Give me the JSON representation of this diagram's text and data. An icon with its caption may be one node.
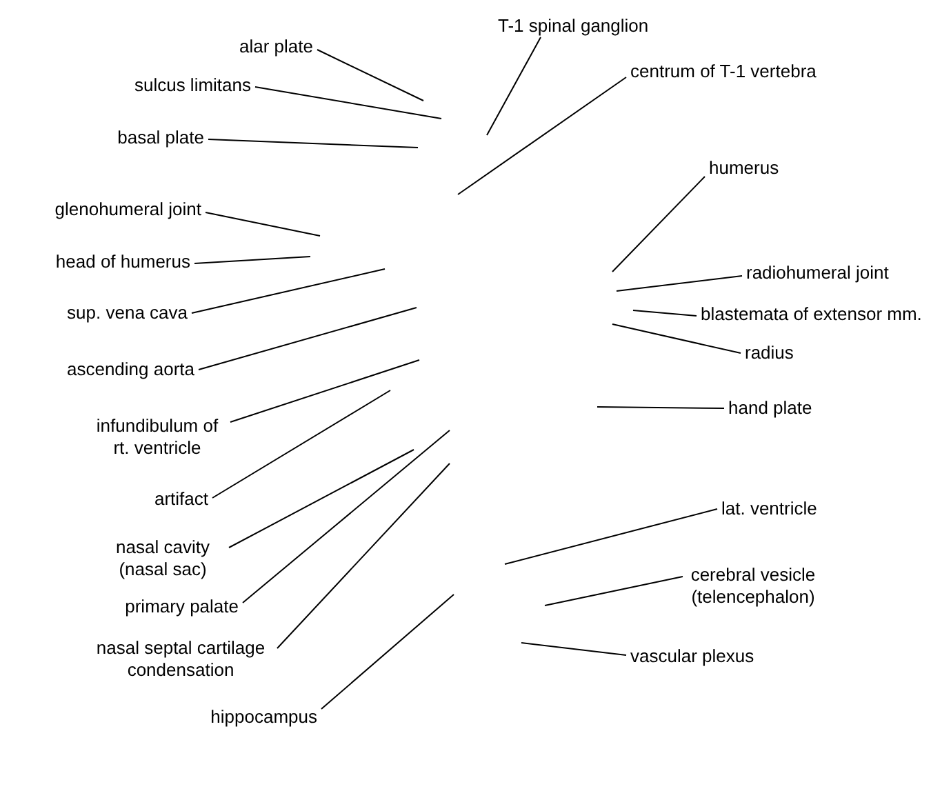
{
  "diagram": {
    "nodes": [
      {
        "text": [
          "alar plate"
        ]
      },
      {
        "text": [
          "sulcus limitans"
        ]
      },
      {
        "text": [
          "basal plate"
        ]
      },
      {
        "text": [
          "glenohumeral joint"
        ]
      },
      {
        "text": [
          "head of humerus"
        ]
      },
      {
        "text": [
          "sup. vena cava"
        ]
      },
      {
        "text": [
          "ascending aorta"
        ]
      },
      {
        "text": [
          "infundibulum of rt. ventricle"
        ]
      },
      {
        "text": [
          "artifact"
        ]
      },
      {
        "text": [
          "nasal cavity (nasal sac)"
        ]
      },
      {
        "text": [
          "primary palate"
        ]
      },
      {
        "text": [
          "nasal septal cartilage condensation"
        ]
      },
      {
        "text": [
          "hippocampus"
        ]
      },
      {
        "text": [
          "T-1 spinal ganglion"
        ]
      },
      {
        "text": [
          "centrum of T-1 vertebra"
        ]
      },
      {
        "text": [
          "humerus"
        ]
      },
      {
        "text": [
          "radiohumeral joint"
        ]
      },
      {
        "text": [
          "blastemata of extensor mm."
        ]
      },
      {
        "text": [
          "radius"
        ]
      },
      {
        "text": [
          "hand plate"
        ]
      },
      {
        "text": [
          "lat. ventricle"
        ]
      },
      {
        "text": [
          "cerebral vesicle (telencephalon)"
        ]
      },
      {
        "text": [
          "vascular plexus"
        ]
      }
    ],
    "edges": [
      {
        "from": 0,
        "to": null,
        "arrow": "none"
      },
      {
        "from": 1,
        "to": null,
        "arrow": "none"
      },
      {
        "from": 2,
        "to": null,
        "arrow": "none"
      },
      {
        "from": 3,
        "to": null,
        "arrow": "none"
      },
      {
        "from": 4,
        "to": null,
        "arrow": "none"
      },
      {
        "from": 5,
        "to": null,
        "arrow": "none"
      },
      {
        "from": 6,
        "to": null,
        "arrow": "none"
      },
      {
        "from": 7,
        "to": null,
        "arrow": "none"
      },
      {
        "from": 8,
        "to": null,
        "arrow": "none"
      },
      {
        "from": 9,
        "to": null,
        "arrow": "none"
      },
      {
        "from": 10,
        "to": null,
        "arrow": "none"
      },
      {
        "from": 11,
        "to": null,
        "arrow": "none"
      },
      {
        "from": 12,
        "to": null,
        "arrow": "none"
      },
      {
        "from": 13,
        "to": null,
        "arrow": "none"
      },
      {
        "from": 14,
        "to": null,
        "arrow": "none"
      },
      {
        "from": 15,
        "to": null,
        "arrow": "none"
      },
      {
        "from": 16,
        "to": null,
        "arrow": "none"
      },
      {
        "from": 17,
        "to": null,
        "arrow": "none"
      },
      {
        "from": 18,
        "to": null,
        "arrow": "none"
      },
      {
        "from": 19,
        "to": null,
        "arrow": "none"
      },
      {
        "from": 20,
        "to": null,
        "arrow": "none"
      },
      {
        "from": 21,
        "to": null,
        "arrow": "none"
      },
      {
        "from": 22,
        "to": null,
        "arrow": "none"
      }
    ]
  }
}
